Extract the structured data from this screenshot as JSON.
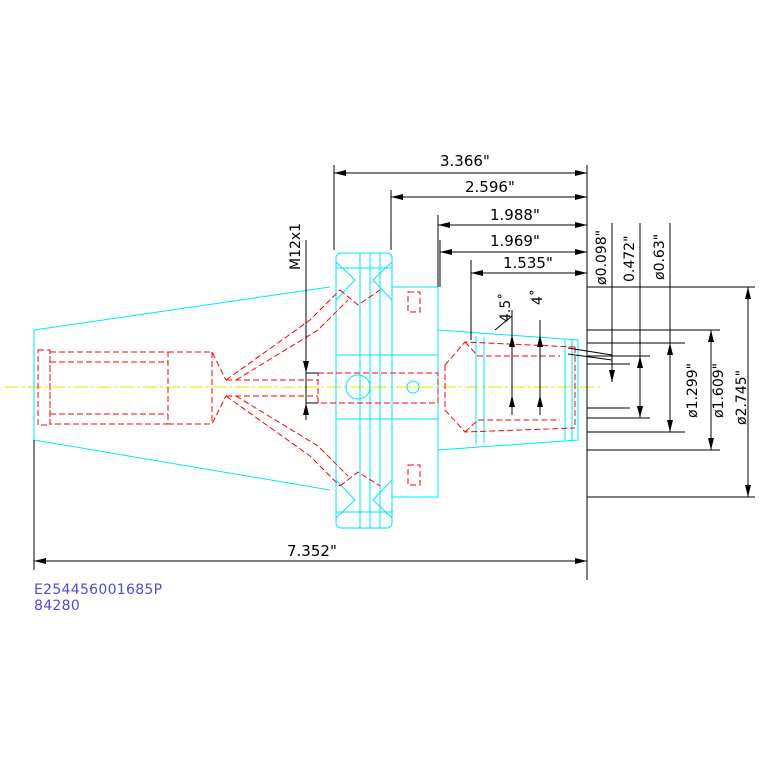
{
  "dimensions": {
    "overall_length": "7.352\"",
    "flange_to_nose": "3.366\"",
    "body_length": "2.596\"",
    "bore_depth_1": "1.988\"",
    "bore_depth_2": "1.969\"",
    "taper_length": "1.535\"",
    "thread": "M12x1",
    "dia_0098": "ø0.098\"",
    "dia_0472": "0.472\"",
    "dia_063": "ø0.63\"",
    "dia_1299": "ø1.299\"",
    "dia_1609": "ø1.609\"",
    "dia_2745": "ø2.745\"",
    "angle_1": "4.5˚",
    "angle_2": "4˚"
  },
  "footer": {
    "part_number": "E254456001685P",
    "code": "84280"
  },
  "colors": {
    "outline": "#00e5ff",
    "hidden": "#ff0000",
    "centerline": "#e6e600",
    "dimension": "#000000",
    "label": "#4d4de0"
  }
}
